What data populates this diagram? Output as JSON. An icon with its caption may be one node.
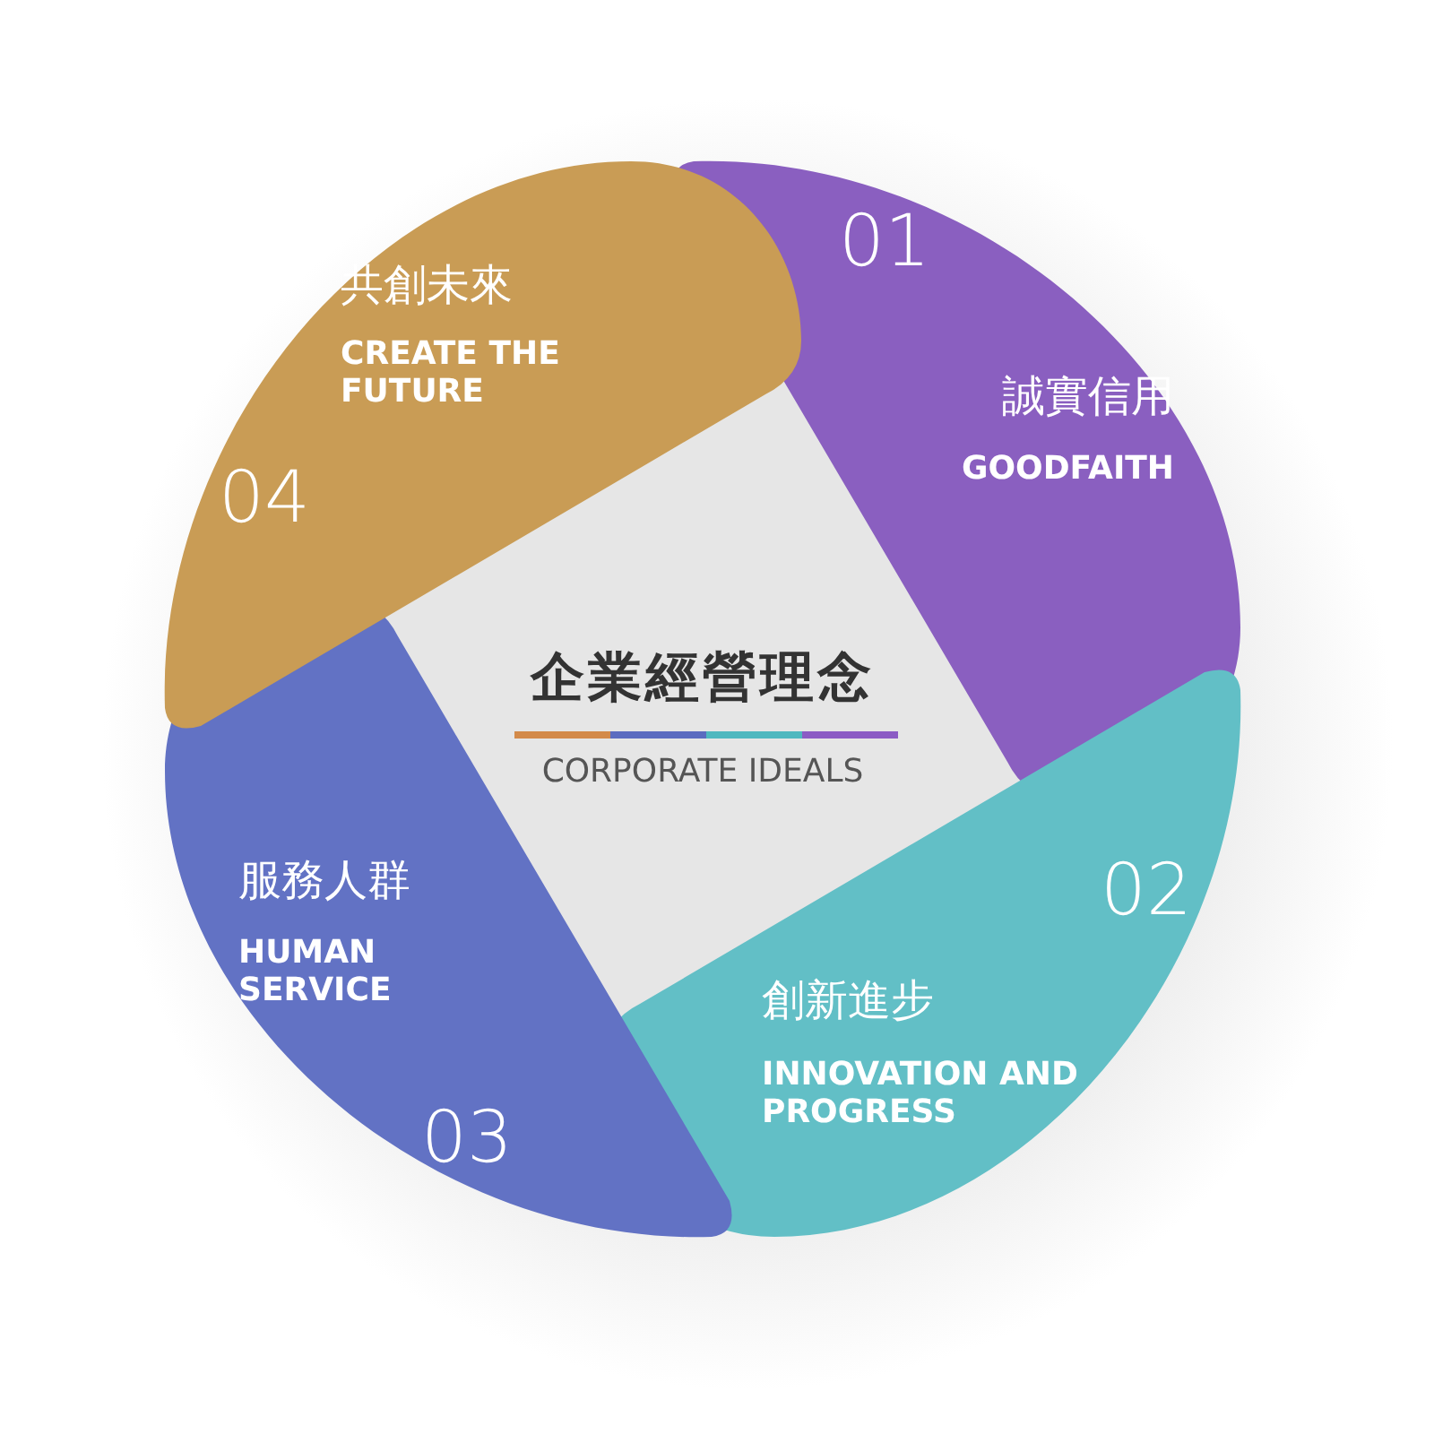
{
  "diagram": {
    "title": "企業經營理念",
    "nodes": [
      {
        "text": [
          "01",
          "誠實信用",
          "GOODFAITH"
        ]
      },
      {
        "text": [
          "02",
          "創新進步",
          "INNOVATION AND PROGRESS"
        ]
      },
      {
        "text": [
          "03",
          "服務人群",
          "HUMAN SERVICE"
        ]
      },
      {
        "text": [
          "04",
          "共創未來",
          "CREATE THE FUTURE"
        ]
      }
    ],
    "labels": [
      "CORPORATE IDEALS"
    ]
  }
}
